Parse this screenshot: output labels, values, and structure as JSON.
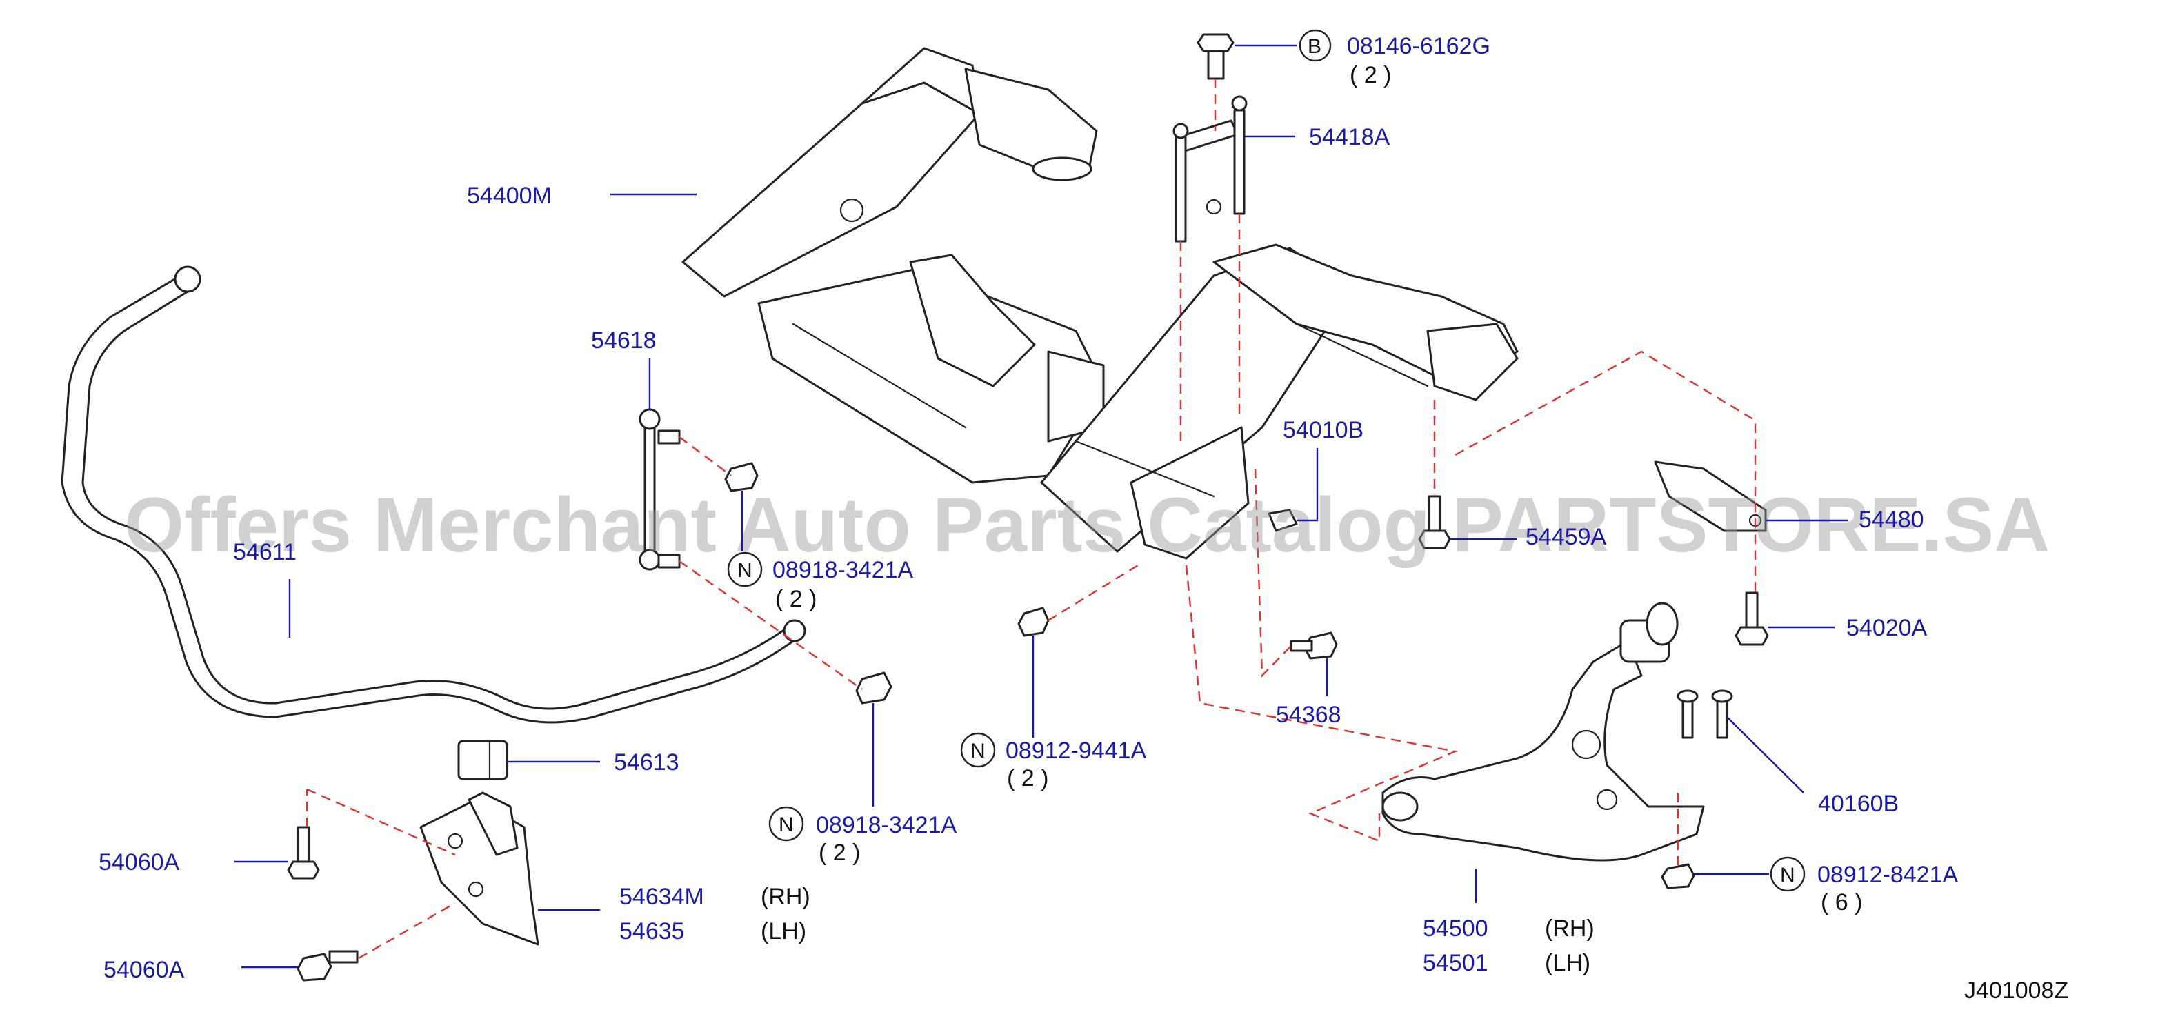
{
  "watermark": "Offers Merchant Auto Parts Catalog PARTSTORE.SA",
  "diagram_code": "J401008Z",
  "labels": {
    "p54400M": "54400M",
    "p08146": "08146-6162G",
    "p08146_qty": "( 2 )",
    "p54418A": "54418A",
    "p54618": "54618",
    "p54010B": "54010B",
    "p54611": "54611",
    "p08918a": "08918-3421A",
    "p08918a_qty": "( 2 )",
    "p54459A": "54459A",
    "p54480": "54480",
    "p54020A": "54020A",
    "p08912_9441": "08912-9441A",
    "p08912_9441_qty": "( 2 )",
    "p54368": "54368",
    "p54613": "54613",
    "p40160B": "40160B",
    "p08918b": "08918-3421A",
    "p08918b_qty": "( 2 )",
    "p54060A_top": "54060A",
    "p08912_8421": "08912-8421A",
    "p08912_8421_qty": "( 6 )",
    "p54634M": "54634M",
    "p54634M_side": "(RH)",
    "p54635": "54635",
    "p54635_side": "(LH)",
    "p54500": "54500",
    "p54500_side": "(RH)",
    "p54501": "54501",
    "p54501_side": "(LH)",
    "p54060A_bottom": "54060A"
  },
  "callouts": {
    "b": "B",
    "n": "N"
  },
  "colors": {
    "label": "#1a1aa8",
    "dashed_leader": "#e23030",
    "outline": "#222222"
  }
}
